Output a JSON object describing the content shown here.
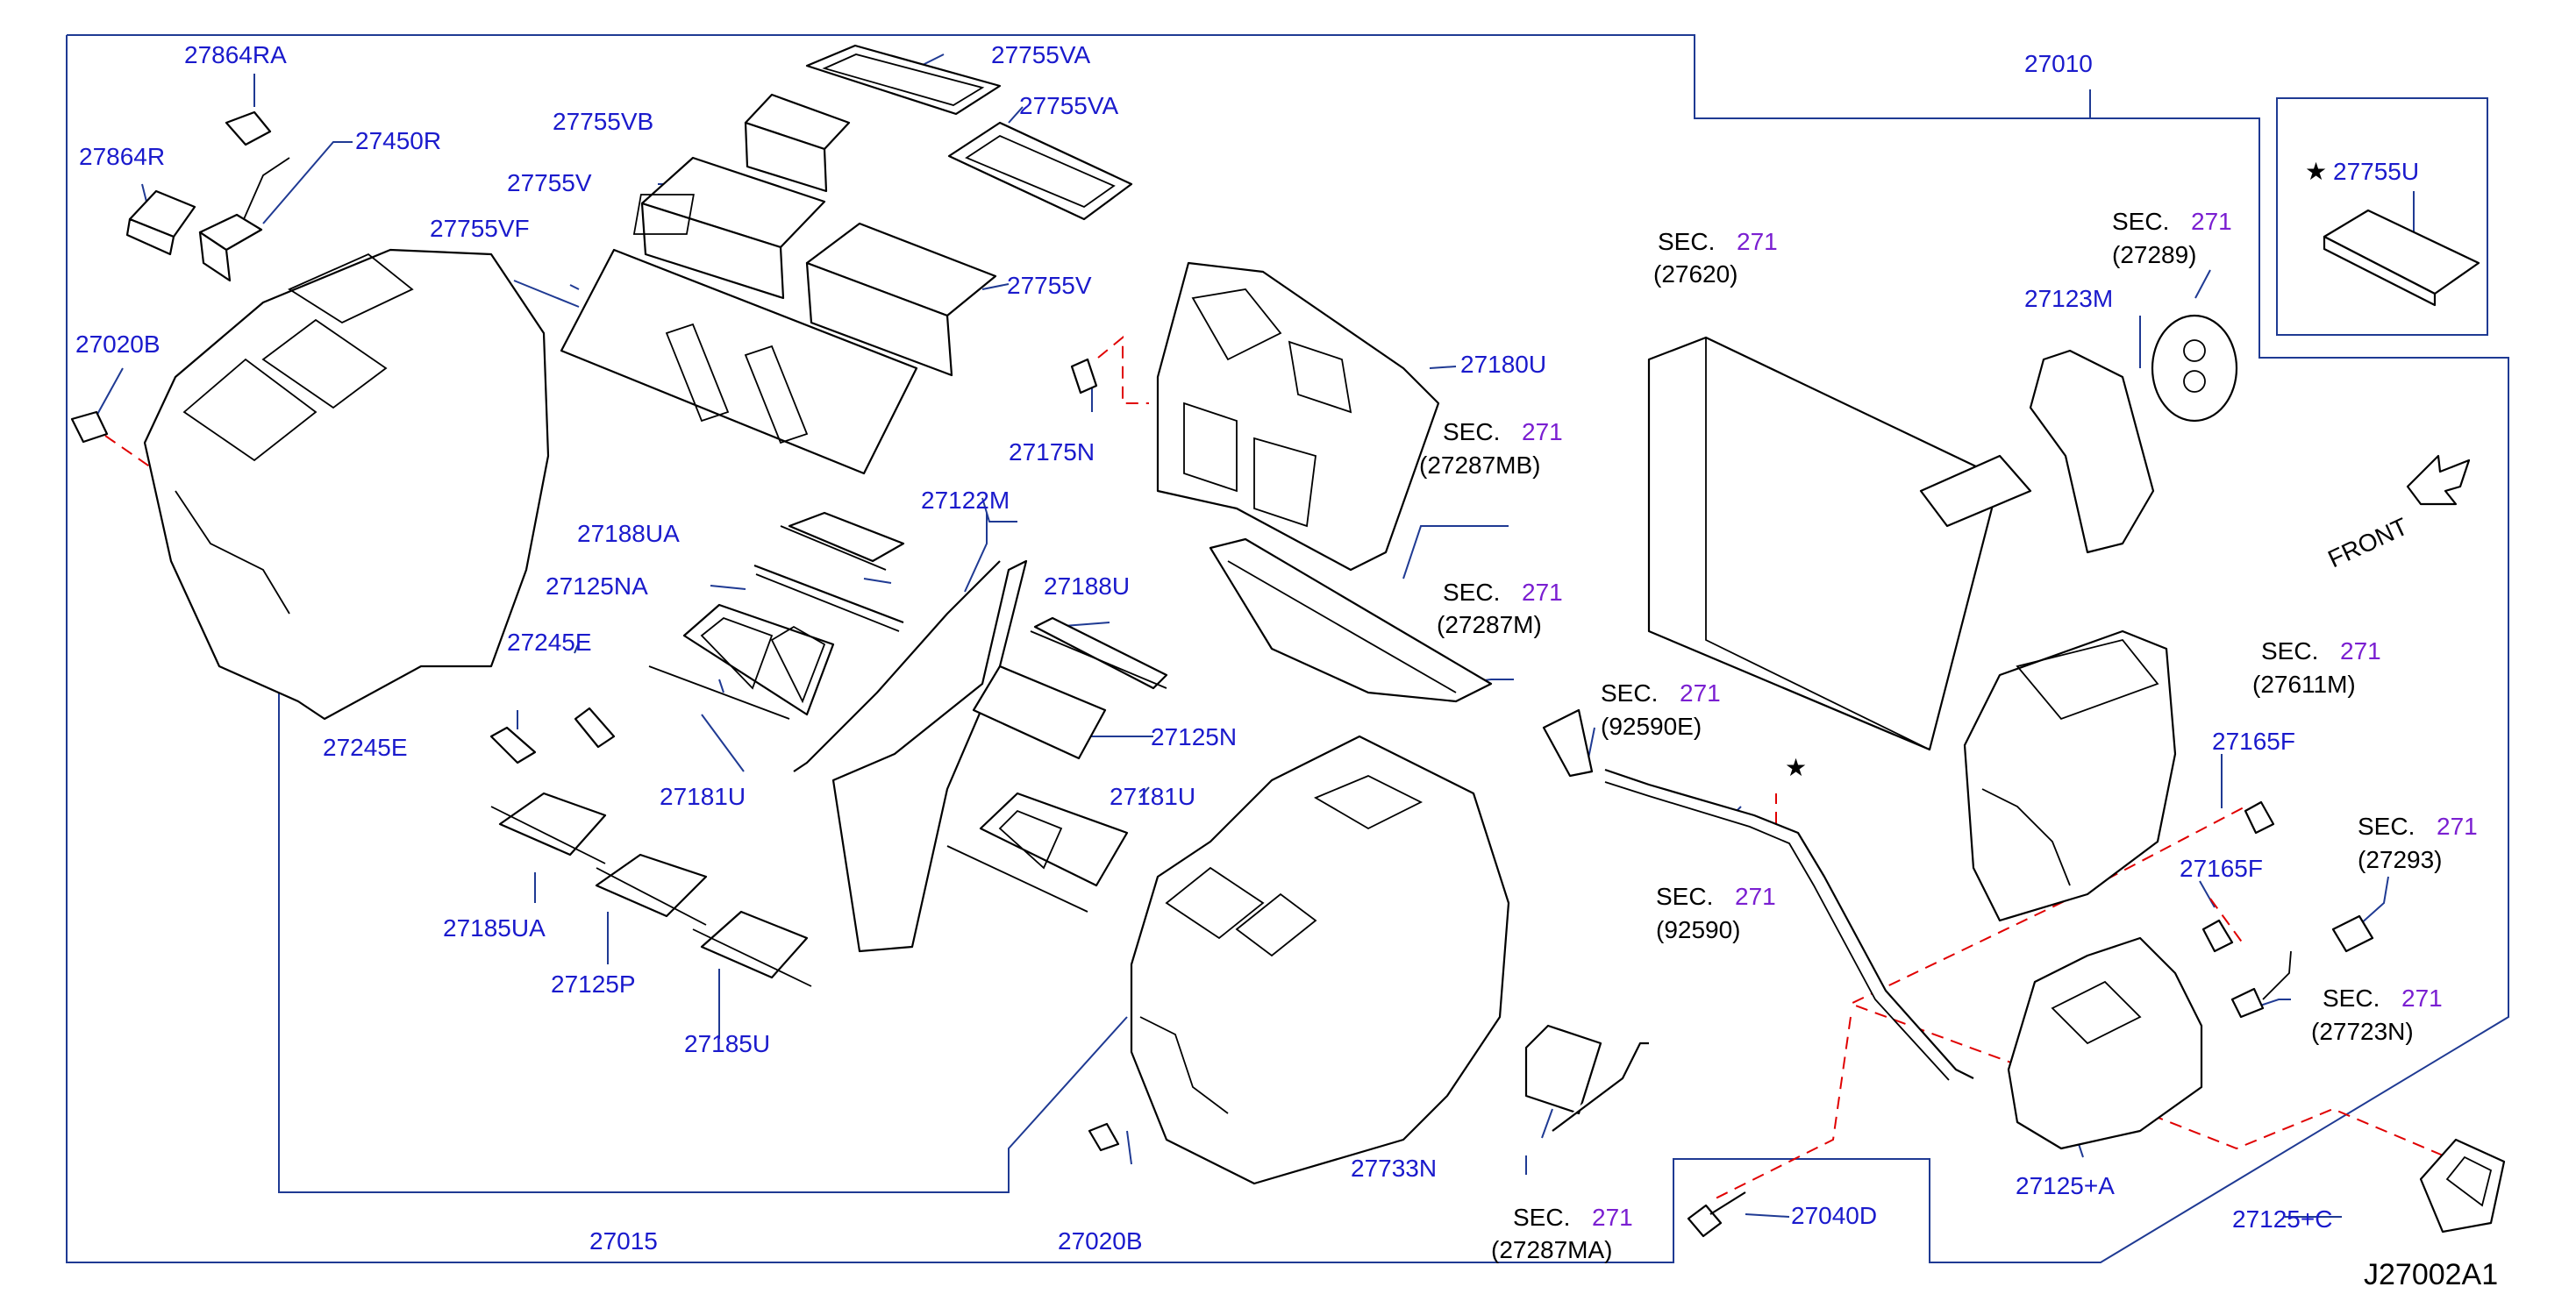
{
  "diagram_id": "J27002A1",
  "front_label": "FRONT",
  "star": "★",
  "sec": {
    "word": "SEC.",
    "num": "271"
  },
  "parts": {
    "p27864RA": "27864RA",
    "p27864R": "27864R",
    "p27450R": "27450R",
    "p27755VB": "27755VB",
    "p27755VA_top": "27755VA",
    "p27755VA_2": "27755VA",
    "p27755V_1": "27755V",
    "p27755V_2": "27755V",
    "p27755VF": "27755VF",
    "p27020B_left": "27020B",
    "p27010": "27010",
    "p27755U": "27755U",
    "p27123M": "27123M",
    "p27180U": "27180U",
    "p27175N": "27175N",
    "p27122M": "27122M",
    "p27188UA": "27188UA",
    "p27125NA": "27125NA",
    "p27188U": "27188U",
    "p27245E_1": "27245E",
    "p27245E_2": "27245E",
    "p27181U_1": "27181U",
    "p27181U_2": "27181U",
    "p27125N": "27125N",
    "p27185UA": "27185UA",
    "p27125P": "27125P",
    "p27185U": "27185U",
    "p27165F_1": "27165F",
    "p27165F_2": "27165F",
    "p27733N": "27733N",
    "p27015": "27015",
    "p27020B_bottom": "27020B",
    "p27040D": "27040D",
    "p27125A": "27125+A",
    "p27125C": "27125+C"
  },
  "sec_refs": {
    "r27620": "(27620)",
    "r27289": "(27289)",
    "r27287MB": "(27287MB)",
    "r27287M": "(27287M)",
    "r92590E": "(92590E)",
    "r92590": "(92590)",
    "r27611M": "(27611M)",
    "r27293": "(27293)",
    "r27723N": "(27723N)",
    "r27287MA": "(27287MA)"
  }
}
